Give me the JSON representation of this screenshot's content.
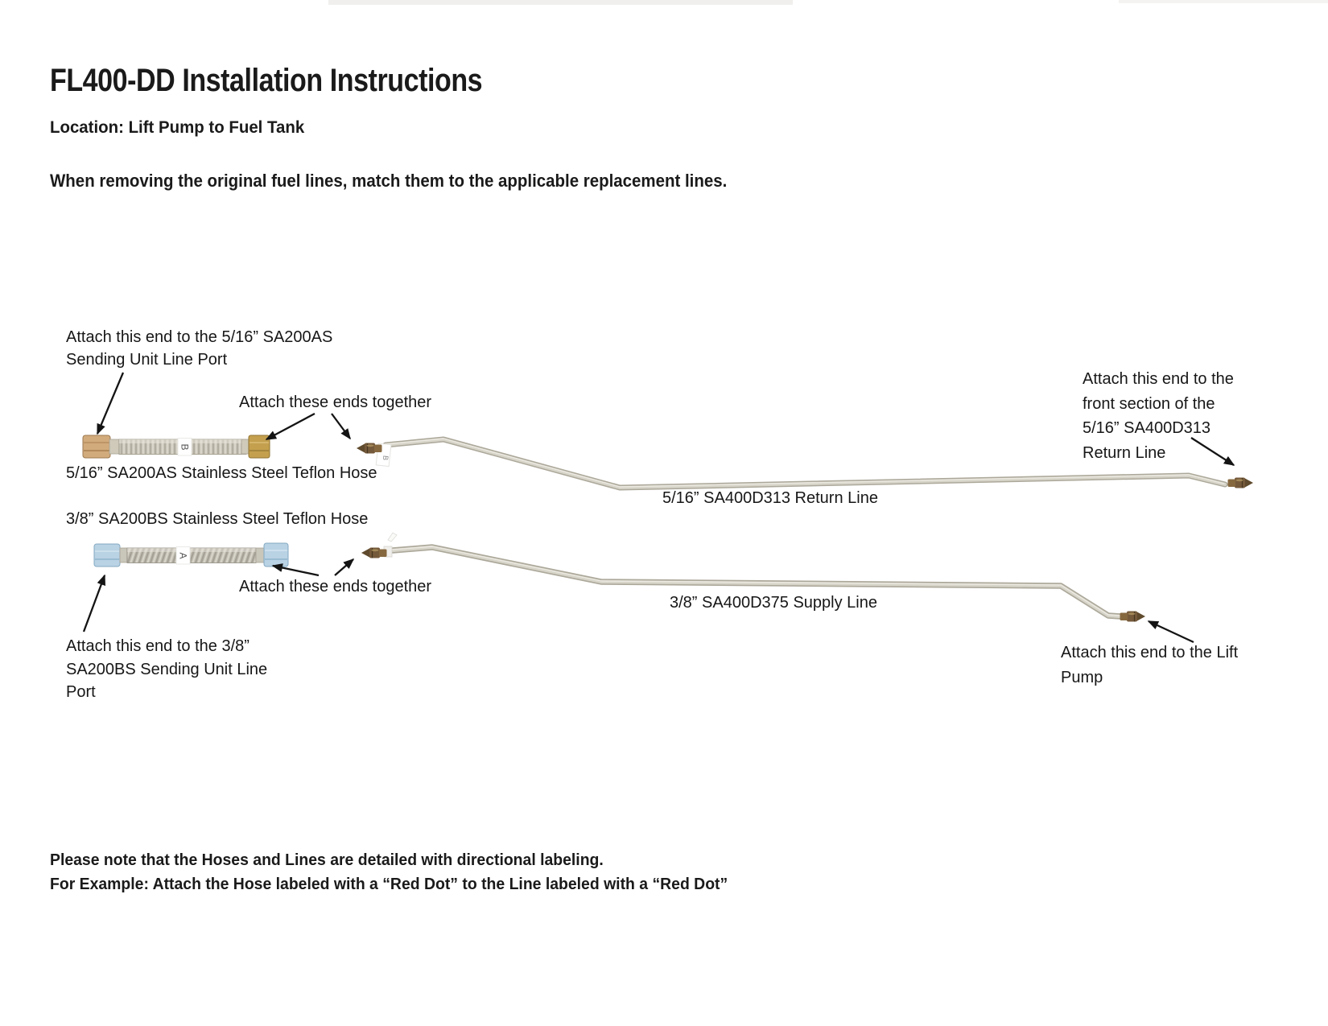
{
  "page": {
    "title": "FL400-DD Installation Instructions",
    "location_heading": "Location: Lift Pump to Fuel Tank",
    "intro": "When removing the original fuel lines, match them to the applicable replacement lines."
  },
  "diagram": {
    "hoses": {
      "hose_b": {
        "label": "5/16” SA200AS Stainless Steel Teflon Hose",
        "tag": "B"
      },
      "hose_a": {
        "label": "3/8” SA200BS Stainless Steel Teflon Hose",
        "tag": "A"
      }
    },
    "lines": {
      "return_line": {
        "label": "5/16” SA400D313 Return Line",
        "tag": "B"
      },
      "supply_line": {
        "label": "3/8” SA400D375 Supply Line"
      }
    },
    "annotations": {
      "attach_sending_unit_516": [
        "Attach this end to the 5/16” SA200AS",
        "Sending Unit Line Port"
      ],
      "attach_ends_together_top": "Attach these ends together",
      "attach_ends_together_bottom": "Attach these ends together",
      "attach_sending_unit_38": [
        "Attach this end to the 3/8”",
        "SA200BS Sending Unit Line",
        "Port"
      ],
      "attach_return_front": [
        "Attach this end to the",
        "front section of the",
        "5/16” SA400D313",
        "Return Line"
      ],
      "attach_lift_pump": [
        "Attach this end to the Lift",
        "Pump"
      ]
    }
  },
  "footer": {
    "note_line1": "Please note that the Hoses and Lines are detailed with directional labeling.",
    "note_line2": "For Example: Attach the Hose labeled with a “Red Dot” to the Line labeled with a “Red Dot”"
  },
  "colors": {
    "text": "#1a1a1a",
    "steel_line": "#c9c5b8",
    "brass_fitting": "#74593a",
    "gold_nut": "#c4a04e",
    "pink_brass_nut": "#d2ab7c",
    "blue_nut": "#b9d2e4",
    "arrow": "#141414"
  }
}
